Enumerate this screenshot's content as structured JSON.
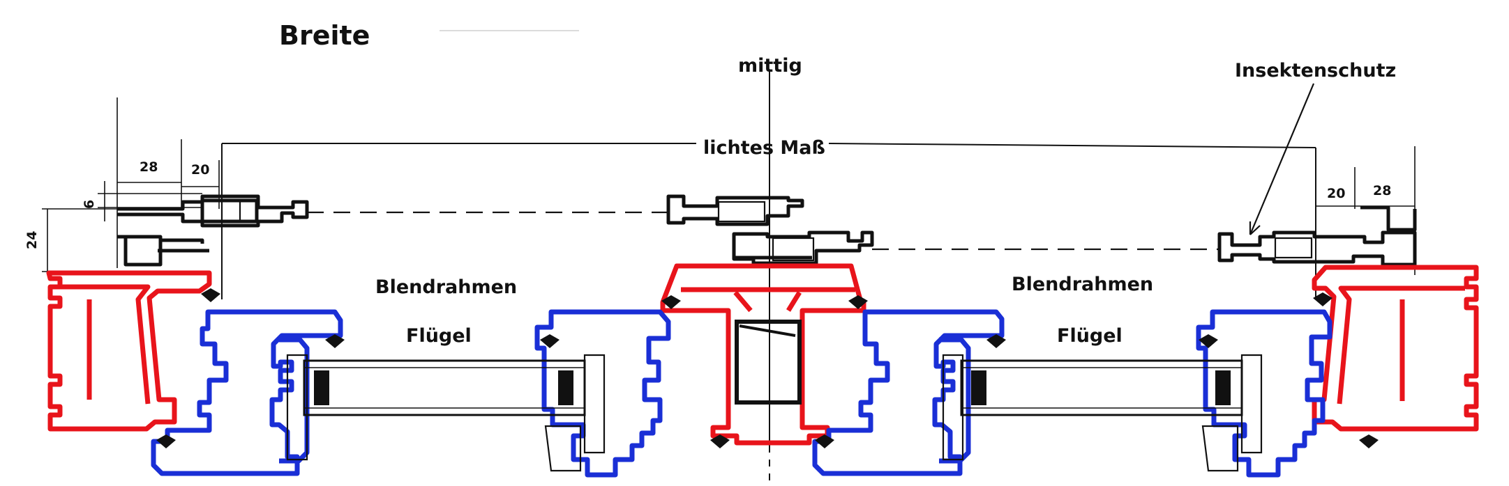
{
  "title": "Breite",
  "labels": {
    "center": "mittig",
    "clear_dimension": "lichtes Maß",
    "insect_screen": "Insektenschutz",
    "frame_left": "Blendrahmen",
    "frame_right": "Blendrahmen",
    "sash_left": "Flügel",
    "sash_right": "Flügel"
  },
  "dimensions": {
    "left_28": "28",
    "left_20": "20",
    "left_6": "6",
    "left_24": "24",
    "right_20": "20",
    "right_28": "28"
  },
  "colors": {
    "frame": "#e8141b",
    "sash": "#1a2fd6",
    "screen_profile": "#111111"
  }
}
